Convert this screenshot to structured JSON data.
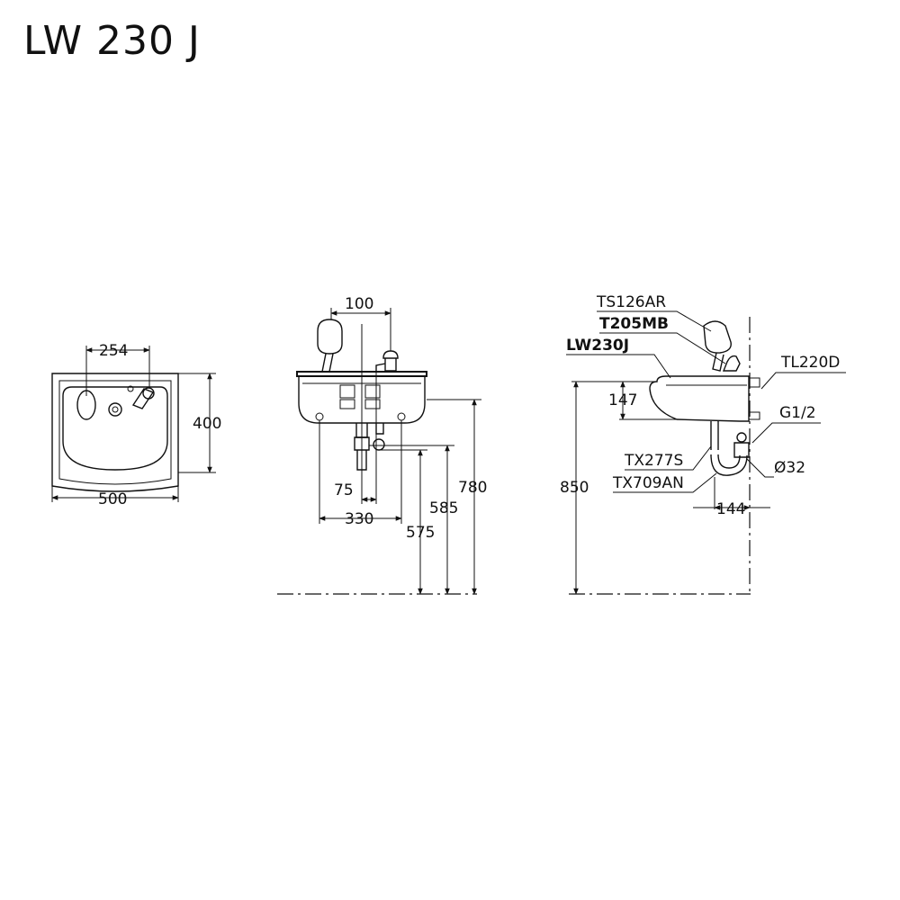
{
  "title": "LW 230 J",
  "colors": {
    "ink": "#111111",
    "background": "#ffffff"
  },
  "top_view": {
    "dims": {
      "tap_spacing": "254",
      "depth": "400",
      "width": "500"
    }
  },
  "front_view": {
    "dims": {
      "top_offset": "100",
      "inner_offset": "75",
      "bracket_spacing": "330",
      "h_575": "575",
      "h_585": "585",
      "h_780": "780"
    }
  },
  "side_view": {
    "parts": {
      "soap_dispenser": "TS126AR",
      "faucet": "T205MB",
      "basin": "LW230J",
      "stop_valve": "TL220D",
      "thread": "G1/2",
      "trap_dia": "Ø32",
      "trap_1": "TX277S",
      "trap_2": "TX709AN"
    },
    "dims": {
      "rim_depth": "147",
      "height": "850",
      "projection": "144"
    }
  }
}
